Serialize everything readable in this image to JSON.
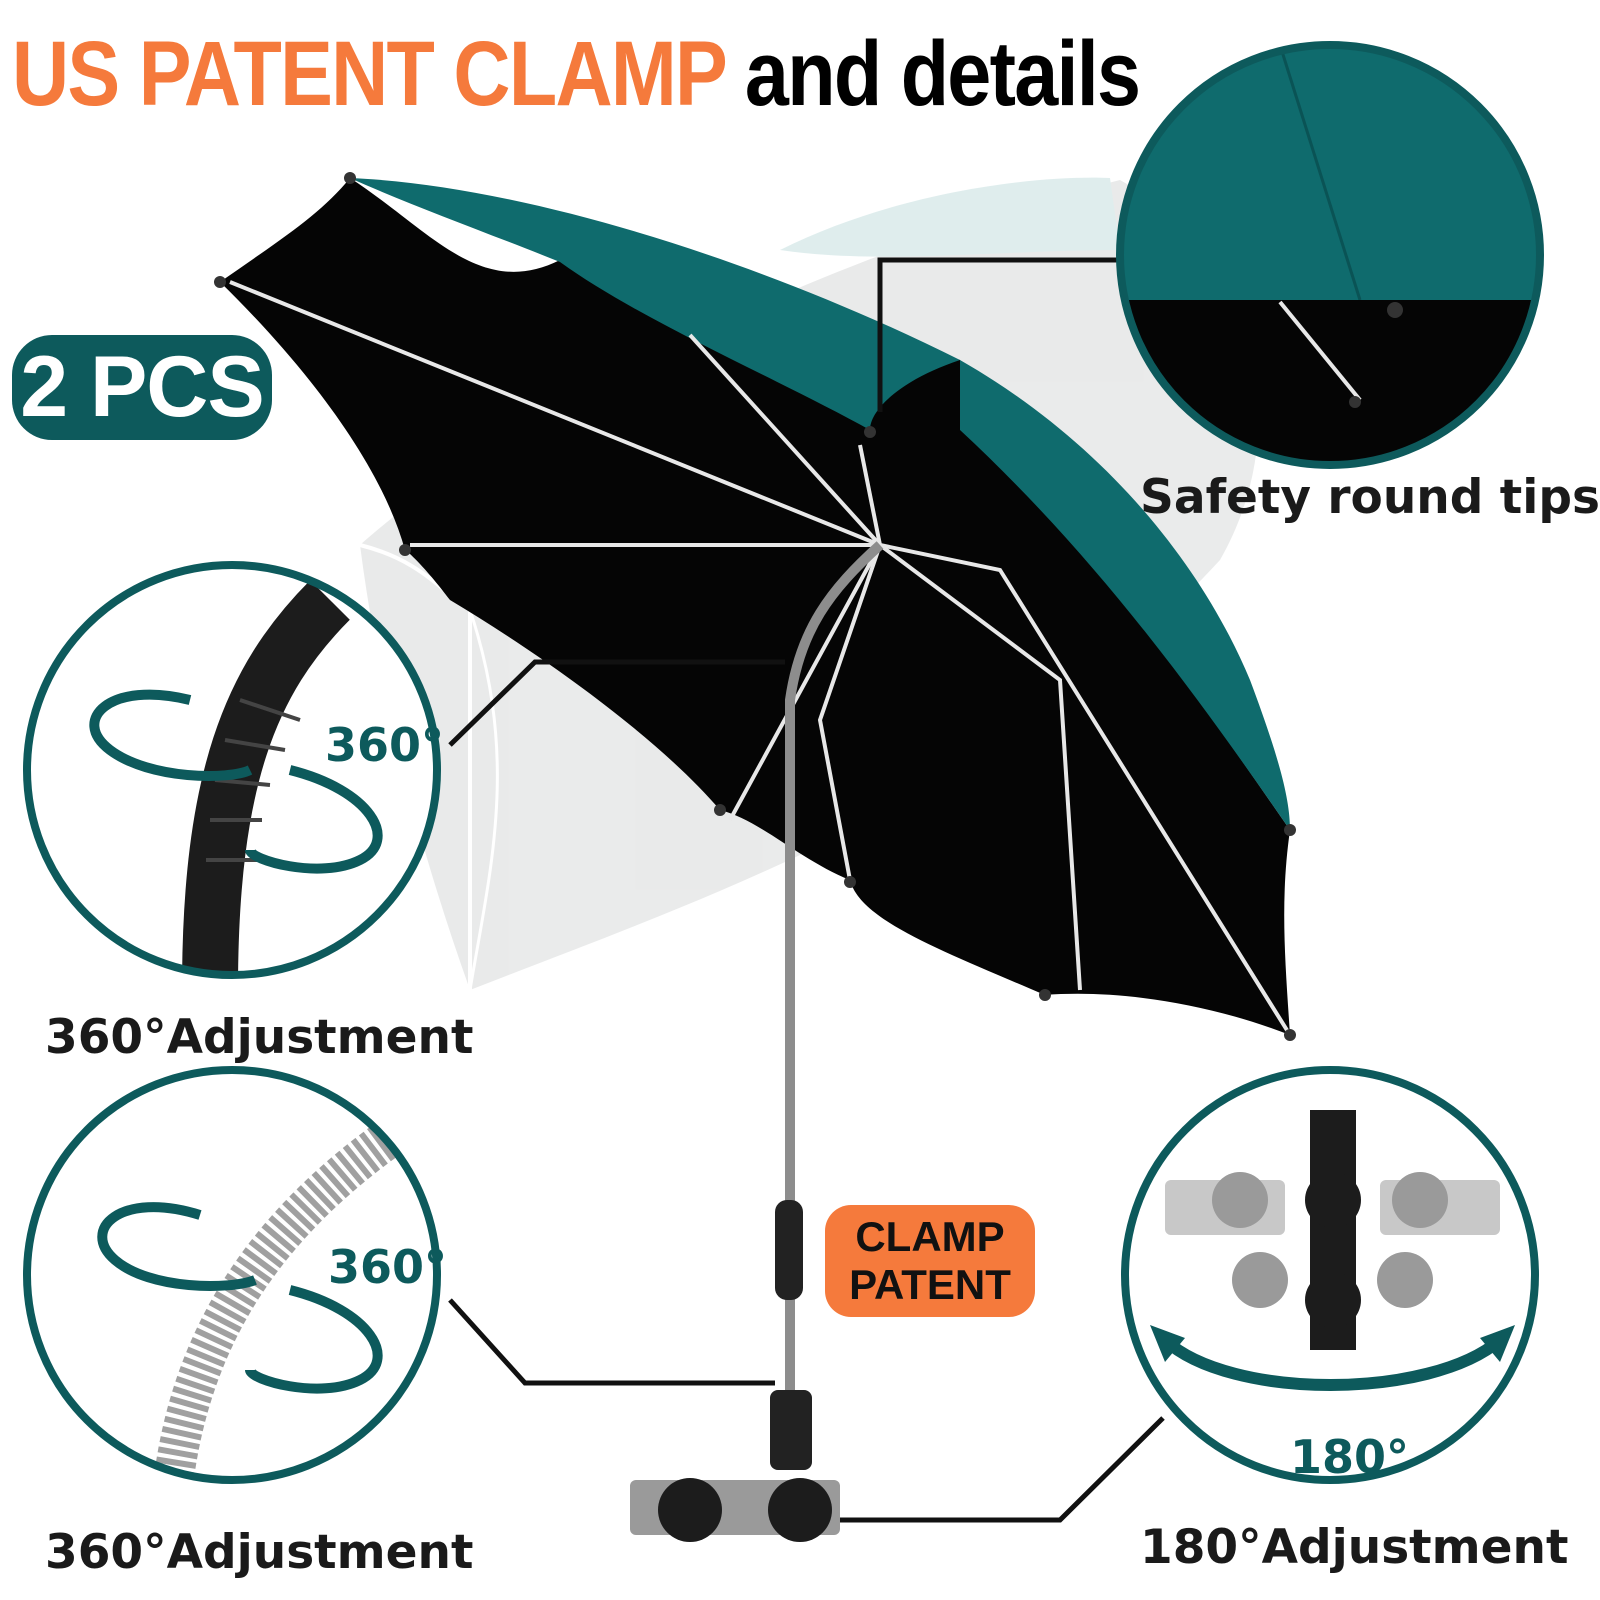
{
  "headline": {
    "accent": "US PATENT CLAMP",
    "rest": " and details"
  },
  "badge": "2 PCS",
  "captions": {
    "tips": "Safety round tips",
    "adjust_1": "360°Adjustment",
    "adjust_2": "360°Adjustment",
    "adjust_3": "180°Adjustment"
  },
  "degrees": {
    "d1": "360°",
    "d2": "360°",
    "d3": "180°"
  },
  "clamp_badge": {
    "line1": "CLAMP",
    "line2": "PATENT"
  },
  "colors": {
    "accent_orange": "#f57a3c",
    "teal": "#0d5a5c",
    "canopy_teal": "#0f6b6d",
    "canopy_black": "#050505"
  },
  "icons": [
    "umbrella-illustration",
    "flex-joint-icon",
    "spring-neck-icon",
    "clamp-icon",
    "rotate-arrow-icon"
  ]
}
